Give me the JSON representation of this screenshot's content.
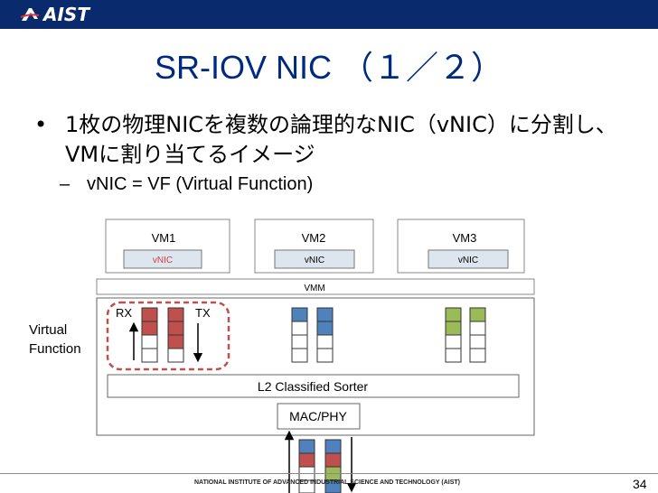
{
  "header": {
    "logo_text": "AIST"
  },
  "slide": {
    "title": "SR-IOV NIC （１／２）",
    "bullets": [
      {
        "marker": "•",
        "text": "1枚の物理NICを複数の論理的なNIC（vNIC）に分割し、VMに割り当てるイメージ"
      },
      {
        "marker": "–",
        "text": "vNIC = VF (Virtual Function)"
      }
    ]
  },
  "diagram": {
    "vms": [
      {
        "name": "VM1",
        "vnic": "vNIC"
      },
      {
        "name": "VM2",
        "vnic": "vNIC"
      },
      {
        "name": "VM3",
        "vnic": "vNIC"
      }
    ],
    "vmm_label": "VMM",
    "rx_label": "RX",
    "tx_label": "TX",
    "vf_label_line1": "Virtual",
    "vf_label_line2": "Function",
    "sorter_label": "L2 Classified Sorter",
    "mac_label": "MAC/PHY",
    "colors": {
      "red": "#c0504d",
      "blue": "#4f81bd",
      "green": "#9bbb59",
      "vnic_fill": "#dde5ee",
      "dashed": "#c0504d"
    }
  },
  "footer": {
    "org": "NATIONAL INSTITUTE OF ADVANCED INDUSTRIAL SCIENCE AND TECHNOLOGY (AIST)",
    "page": "34"
  }
}
